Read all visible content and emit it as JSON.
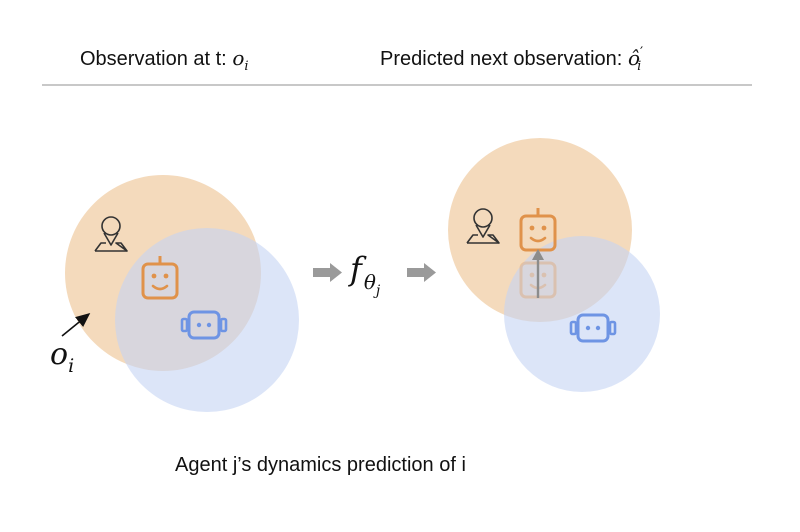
{
  "header": {
    "left_text": "Observation at t:",
    "left_symbol": "o",
    "left_subscript": "i",
    "right_text": "Predicted next observation:",
    "right_symbol": "ô",
    "right_prime": "′",
    "right_subscript": "i"
  },
  "labels": {
    "obs_symbol": "o",
    "obs_subscript": "i",
    "function_symbol": "f",
    "function_subscript": "θ",
    "function_subsubscript": "j"
  },
  "caption": "Agent j’s dynamics prediction of i",
  "colors": {
    "agent_i_fill": "#f2d3b0",
    "agent_i_icon": "#e0924a",
    "agent_j_fill": "#c5d4f3",
    "agent_j_icon": "#6e94e4",
    "arrow_gray": "#9a9a9a",
    "rule_gray": "#c8c8c8"
  },
  "icons": [
    "person-pin-icon",
    "robot-icon"
  ]
}
